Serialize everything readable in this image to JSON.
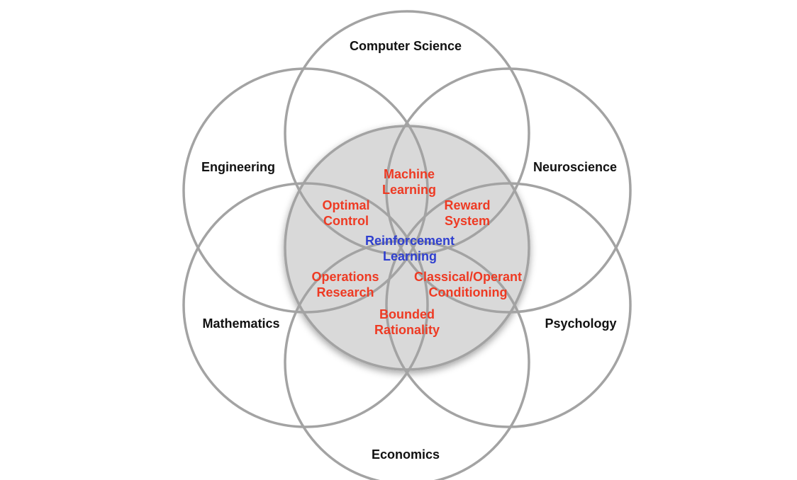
{
  "colors": {
    "ring_stroke": "#a3a3a3",
    "core_fill": "#d9d9d9",
    "outer_text": "#111111",
    "inner_text": "#ee3a23",
    "center_text": "#2f3fcf"
  },
  "disciplines": [
    {
      "key": "cs",
      "label": "Computer Science"
    },
    {
      "key": "neuro",
      "label": "Neuroscience"
    },
    {
      "key": "psych",
      "label": "Psychology"
    },
    {
      "key": "econ",
      "label": "Economics"
    },
    {
      "key": "math",
      "label": "Mathematics"
    },
    {
      "key": "eng",
      "label": "Engineering"
    }
  ],
  "overlaps": [
    {
      "key": "ml",
      "line1": "Machine",
      "line2": "Learning"
    },
    {
      "key": "reward",
      "line1": "Reward",
      "line2": "System"
    },
    {
      "key": "conditioning",
      "line1": "Classical/Operant",
      "line2": "Conditioning"
    },
    {
      "key": "bounded",
      "line1": "Bounded",
      "line2": "Rationality"
    },
    {
      "key": "or",
      "line1": "Operations",
      "line2": "Research"
    },
    {
      "key": "optimal",
      "line1": "Optimal",
      "line2": "Control"
    }
  ],
  "center": {
    "line1": "Reinforcement",
    "line2": "Learning"
  }
}
